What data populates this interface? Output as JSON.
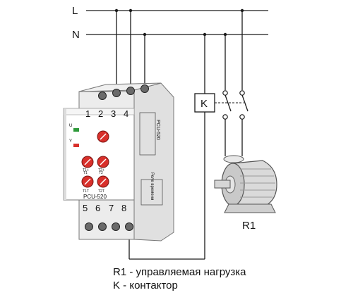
{
  "lines": {
    "L": "L",
    "N": "N"
  },
  "device": {
    "model_label": "PCU-520",
    "side_model_label": "PCU-520",
    "side_text": "Реле времени",
    "terminals_top": [
      "1",
      "2",
      "3",
      "4"
    ],
    "terminals_bottom": [
      "5",
      "6",
      "7",
      "8"
    ],
    "indicator_labels": [
      "U",
      "Y"
    ],
    "knob_labels": [
      "T1",
      "T2",
      "T1+",
      "T2+",
      "T1T",
      "T2T"
    ],
    "colors": {
      "body": "#ececec",
      "face": "#ffffff",
      "knob": "#d8302b",
      "led_green": "#2e9a3a",
      "led_red": "#d8302b"
    }
  },
  "contactor": {
    "label": "K"
  },
  "load": {
    "label": "R1"
  },
  "legend": [
    {
      "text": "R1 - управляемая нагрузка"
    },
    {
      "text": "K - контактор"
    }
  ]
}
